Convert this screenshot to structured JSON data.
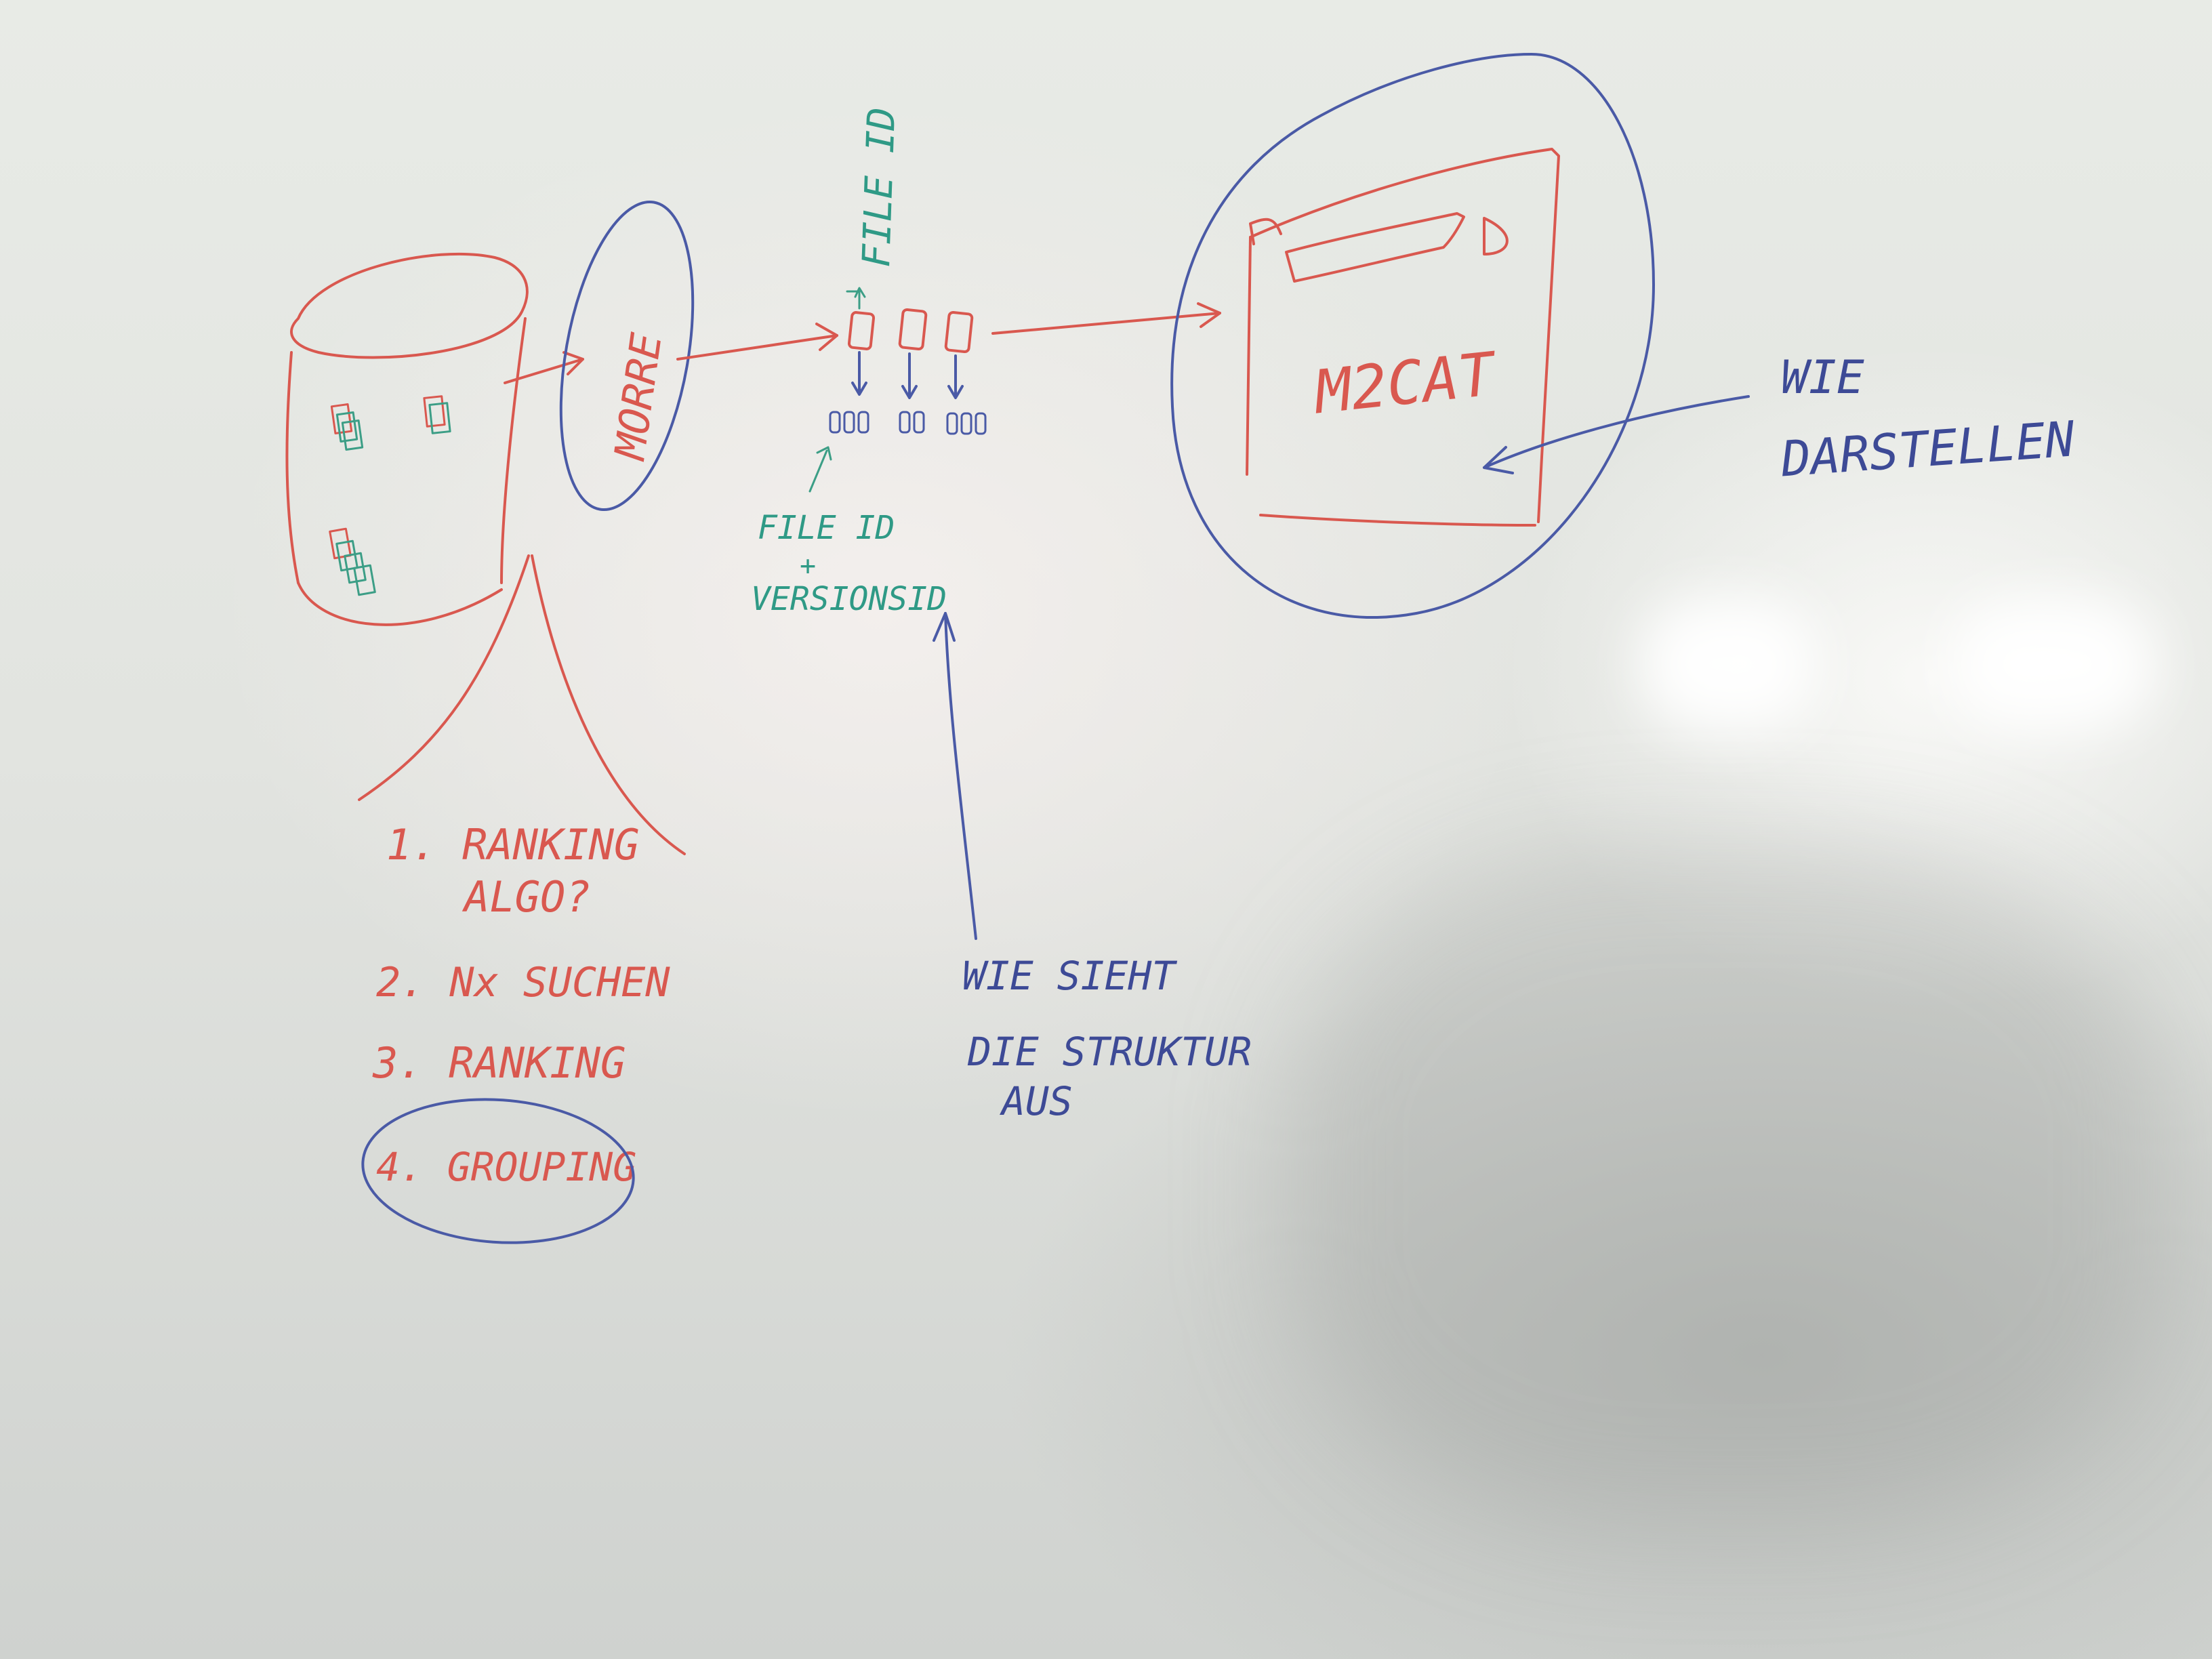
{
  "whiteboard": {
    "cylinder_label": "MORRE",
    "output_label_top": "FILE ID",
    "output_label_bottom_1": "FILE ID",
    "output_label_bottom_2": "+",
    "output_label_bottom_3": "VERSIONSID",
    "target_label": "M2CAT",
    "target_note_1": "WIE",
    "target_note_2": "DARSTELLEN",
    "structure_note_1": "WIE SIEHT",
    "structure_note_2": "DIE STRUKTUR",
    "structure_note_3": "AUS",
    "steps": [
      "1. RANKING",
      "ALGO?",
      "2. Nx SUCHEN",
      "3. RANKING",
      "4. GROUPING"
    ]
  },
  "colors": {
    "red_marker": "#d9584f",
    "blue_marker": "#4a5aa6",
    "green_marker": "#3c9e86"
  }
}
